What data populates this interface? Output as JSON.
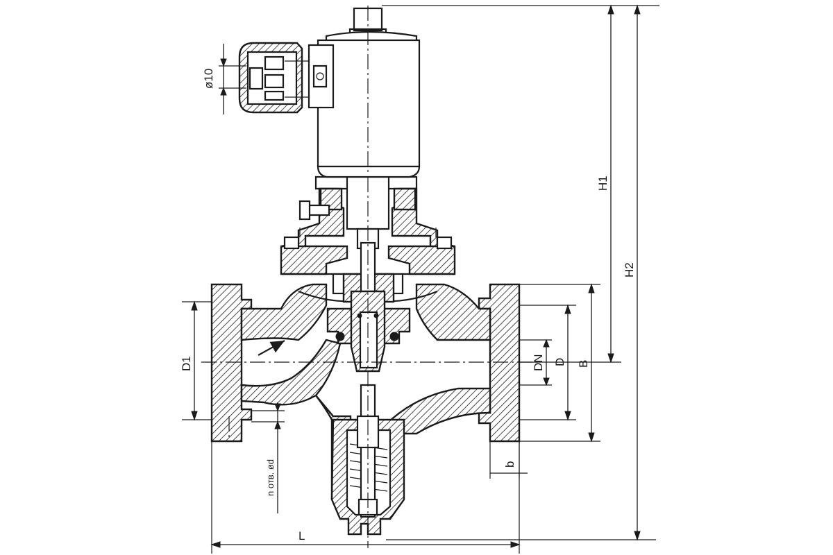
{
  "labels": {
    "connector_dia": "ø10",
    "h1": "H1",
    "h2": "H2",
    "d1": "D1",
    "dn": "DN",
    "d": "D",
    "b_dim": "B",
    "b_small": "b",
    "holes": "n отв. ød",
    "length": "L"
  },
  "colors": {
    "line": "#1a1a1a",
    "background": "#ffffff"
  }
}
